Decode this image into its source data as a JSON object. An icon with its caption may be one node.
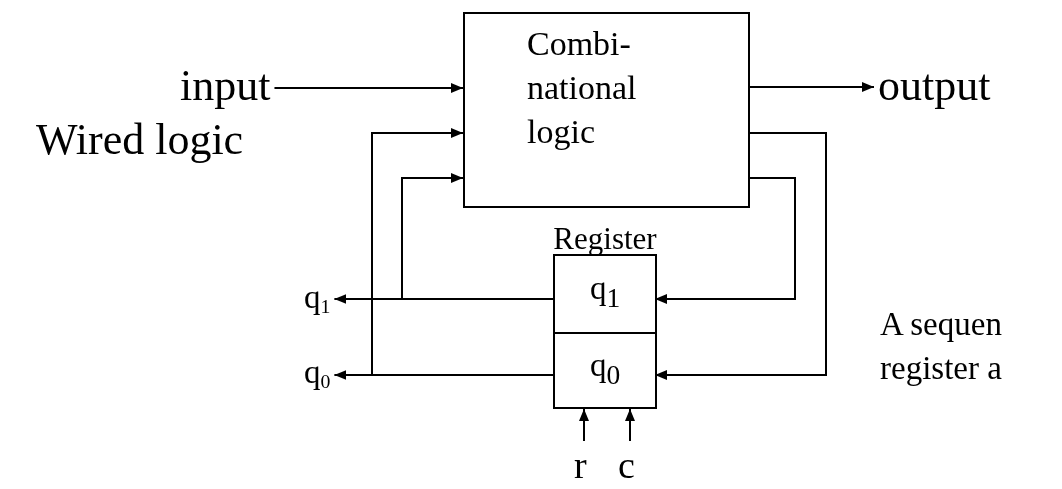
{
  "diagram": {
    "nodes": [
      {
        "text": [
          "input"
        ]
      },
      {
        "text": [
          "Combi- national logic"
        ]
      },
      {
        "text": [
          "output"
        ]
      },
      {
        "text": [
          "Register"
        ]
      },
      {
        "text": [
          "q$_{1}$"
        ],
        "in": 3
      },
      {
        "text": [
          "q$_{0}$"
        ],
        "in": 3
      },
      {
        "text": [
          "q$_{1}$"
        ]
      },
      {
        "text": [
          "q$_{0}$"
        ]
      },
      {
        "text": [
          "r"
        ]
      },
      {
        "text": [
          "c"
        ]
      }
    ],
    "edges": [
      {
        "from": 0,
        "to": 1,
        "arrow": "to"
      },
      {
        "from": 1,
        "to": 2,
        "arrow": "to"
      },
      {
        "from": 1,
        "to": 4,
        "arrow": "to"
      },
      {
        "from": 1,
        "to": 5,
        "arrow": "to"
      },
      {
        "from": 4,
        "to": 6,
        "arrow": "to"
      },
      {
        "from": 4,
        "to": 1,
        "arrow": "to"
      },
      {
        "from": 5,
        "to": 7,
        "arrow": "to"
      },
      {
        "from": 5,
        "to": 1,
        "arrow": "to"
      },
      {
        "from": 8,
        "to": 3,
        "arrow": "to"
      },
      {
        "from": 9,
        "to": 3,
        "arrow": "to"
      }
    ],
    "labels": [
      "Wired logic",
      "A sequen",
      "register a"
    ]
  }
}
